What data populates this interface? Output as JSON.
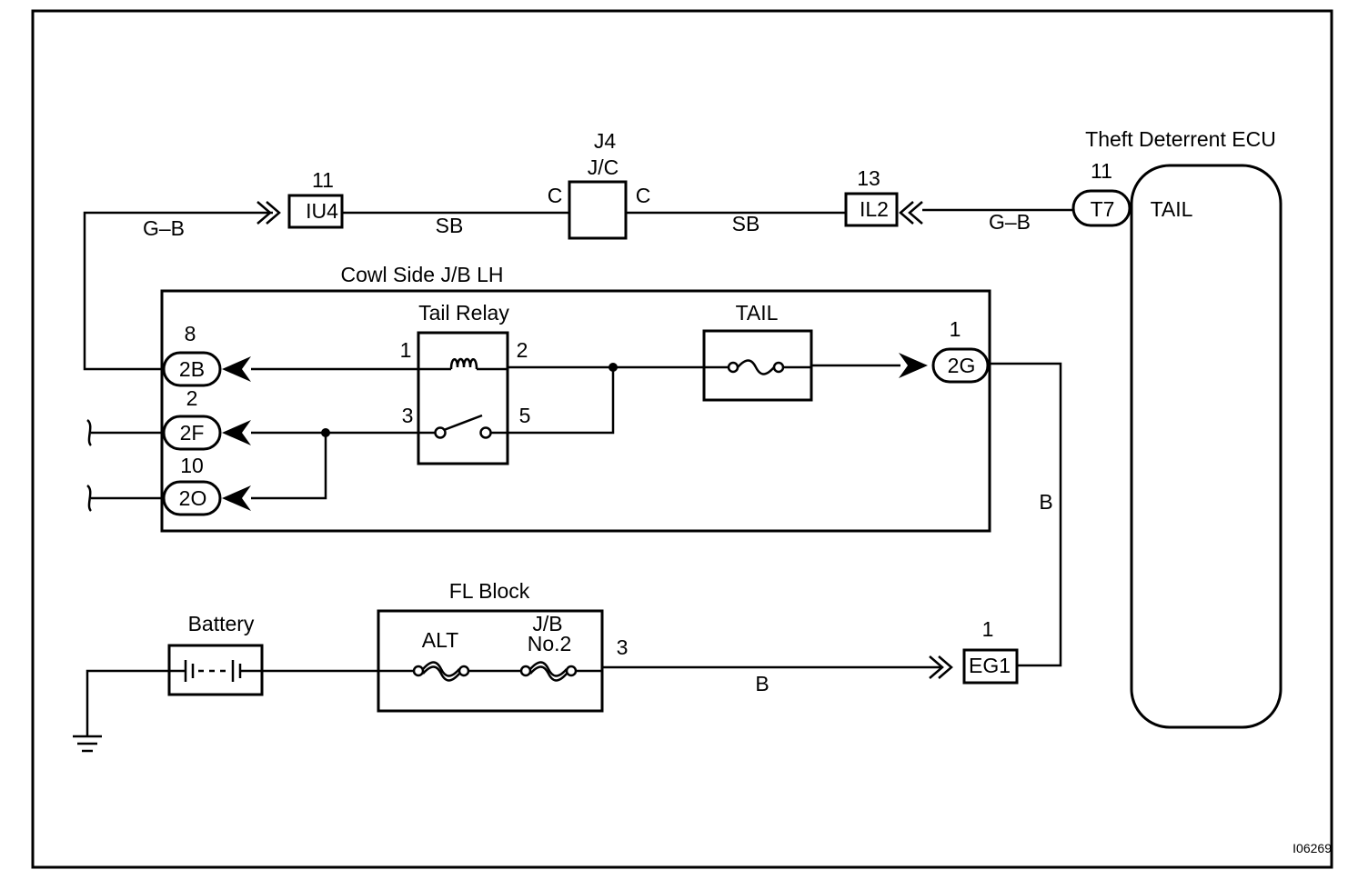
{
  "diagram": {
    "id_code": "I06269",
    "ecu": {
      "title": "Theft Deterrent ECU",
      "pin": "11",
      "connector": "T7",
      "terminal_label": "TAIL"
    },
    "junction_connector": {
      "name": "J4",
      "type": "J/C",
      "left_terminal": "C",
      "right_terminal": "C"
    },
    "connector_iu4": {
      "pin": "11",
      "label": "IU4"
    },
    "connector_il2": {
      "pin": "13",
      "label": "IL2"
    },
    "wire_colors": {
      "gb_left": "G–B",
      "sb_left": "SB",
      "sb_right": "SB",
      "gb_right": "G–B",
      "b_vertical": "B",
      "b_bottom": "B"
    },
    "cowl_jb": {
      "title": "Cowl Side J/B LH",
      "connectors": [
        {
          "pin": "8",
          "label": "2B"
        },
        {
          "pin": "2",
          "label": "2F"
        },
        {
          "pin": "10",
          "label": "2O"
        },
        {
          "pin": "1",
          "label": "2G"
        }
      ],
      "relay": {
        "title": "Tail Relay",
        "pins": [
          "1",
          "2",
          "3",
          "5"
        ]
      },
      "fuse": {
        "title": "TAIL"
      }
    },
    "fl_block": {
      "title": "FL Block",
      "fuse1": "ALT",
      "fuse2_line1": "J/B",
      "fuse2_line2": "No.2",
      "pin": "3"
    },
    "battery": {
      "title": "Battery"
    },
    "connector_eg1": {
      "pin": "1",
      "label": "EG1"
    }
  }
}
